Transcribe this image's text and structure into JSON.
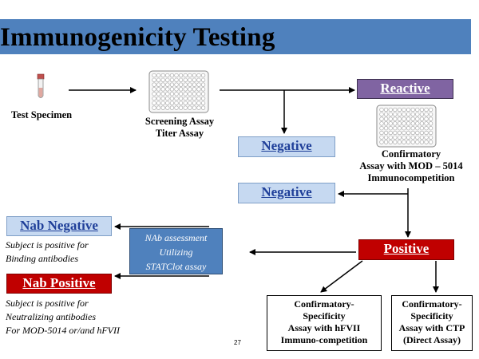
{
  "title": "Immunogenicity Testing",
  "specimen": {
    "label": "Test Specimen"
  },
  "screening": {
    "line1": "Screening Assay",
    "line2": "Titer Assay"
  },
  "reactive": "Reactive",
  "negative_1": "Negative",
  "negative_2": "Negative",
  "positive": "Positive",
  "confirmatory": {
    "line1": "Confirmatory",
    "line2": "Assay with MOD – 5014",
    "line3": "Immunocompetition"
  },
  "nab_negative": {
    "label": "Nab Negative",
    "desc1": "Subject is positive for",
    "desc2": "Binding antibodies"
  },
  "nab_positive": {
    "label": "Nab Positive",
    "desc1": "Subject is positive for",
    "desc2": "Neutralizing antibodies",
    "desc3": "For MOD-5014 or/and hFVII"
  },
  "nab_assessment": {
    "line1": "NAb assessment",
    "line2": "Utilizing",
    "line3": "STATClot assay"
  },
  "specificity_1": {
    "line1": "Confirmatory-",
    "line2": "Specificity",
    "line3": "Assay with hFVII",
    "line4": "Immuno-competition"
  },
  "specificity_2": {
    "line1": "Confirmatory-",
    "line2": "Specificity",
    "line3": "Assay with CTP",
    "line4": "(Direct Assay)"
  },
  "page_number": "27",
  "colors": {
    "title_bar": "#4f81bd",
    "reactive": "#8064a2",
    "negative": "#c6d9f1",
    "positive": "#c00000",
    "nab_assessment": "#4f81bd"
  }
}
